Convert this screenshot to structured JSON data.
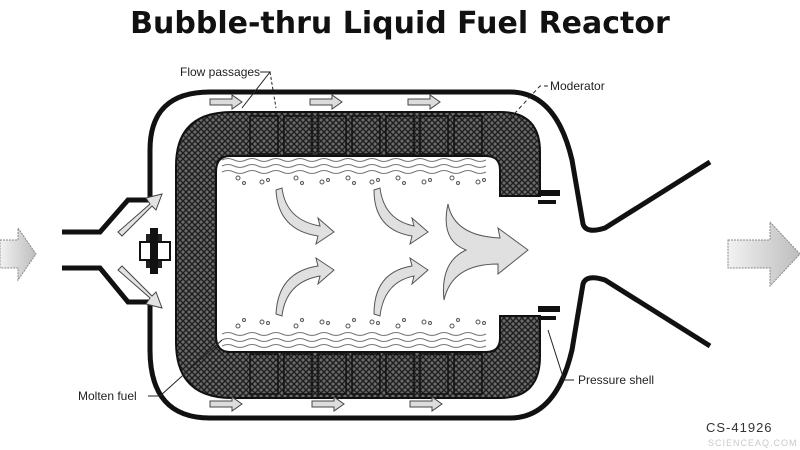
{
  "title": "Bubble-thru Liquid Fuel Reactor",
  "labels": {
    "flow_passages": "Flow passages",
    "moderator": "Moderator",
    "molten_fuel": "Molten fuel",
    "pressure_shell": "Pressure shell"
  },
  "figure_code": "CS-41926",
  "watermark": "SCIENCEAQ.COM",
  "colors": {
    "ink": "#111111",
    "flow_arrow_fill": "#d9d9d9",
    "hatch_dark": "#3a3a3a"
  }
}
